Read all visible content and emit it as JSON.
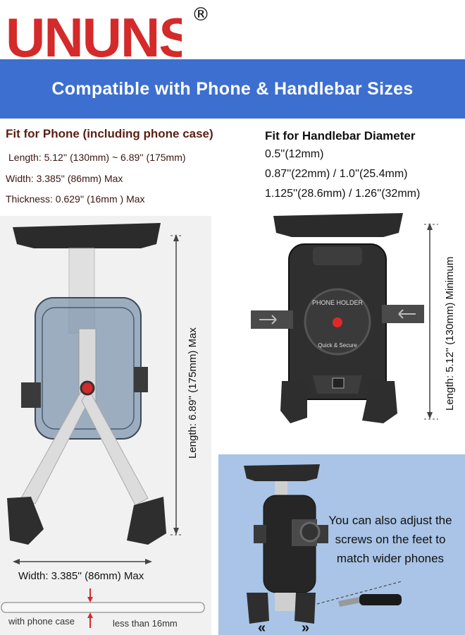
{
  "brand": {
    "name": "UNUNS",
    "registered": "®",
    "color": "#d42a2a"
  },
  "banner": {
    "title": "Compatible with Phone & Handlebar Sizes",
    "color": "#3c6fcf"
  },
  "phone_fit": {
    "title": "Fit for Phone (including phone case)",
    "length": "Length: 5.12'' (130mm) ~ 6.89'' (175mm)",
    "width": "Width: 3.385'' (86mm) Max",
    "thickness": "Thickness: 0.629'' (16mm ) Max"
  },
  "handlebar_fit": {
    "title": "Fit for Handlebar Diameter",
    "sizes": [
      "0.5''(12mm)",
      "0.87''(22mm) / 1.0''(25.4mm)",
      "1.125''(28.6mm) / 1.26''(32mm)"
    ]
  },
  "left_diagram": {
    "length_label": "Length: 6.89'' (175mm) Max",
    "width_label": "Width: 3.385'' (86mm) Max",
    "case_label": "with phone case",
    "thickness_label": "less than 16mm"
  },
  "right_diagram": {
    "length_label": "Length: 5.12'' (130mm) Minimum",
    "badge_text": "PHONE HOLDER",
    "badge_sub": "Quick & Secure"
  },
  "adjust_note": {
    "text": "You can also adjust the screws on the feet to match wider phones"
  }
}
